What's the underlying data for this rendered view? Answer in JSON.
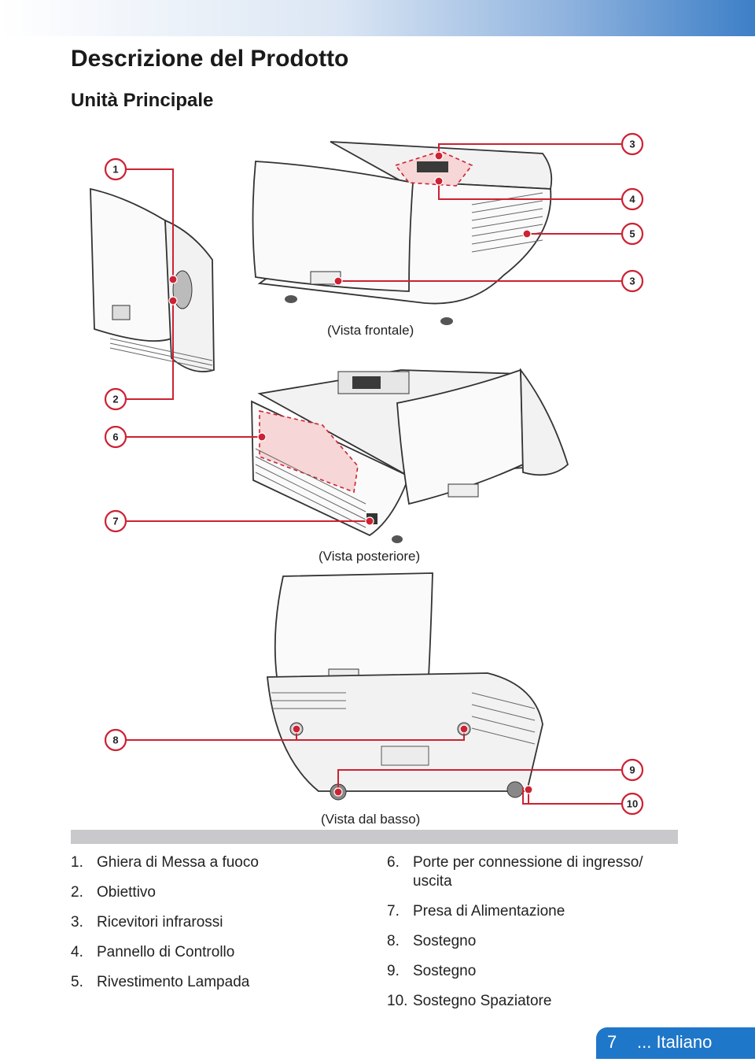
{
  "header": {
    "title": "Descrizione del Prodotto",
    "subtitle": "Unità Principale"
  },
  "views": {
    "front": "(Vista frontale)",
    "rear": "(Vista posteriore)",
    "bottom": "(Vista dal basso)"
  },
  "callouts": {
    "c1": "1",
    "c2": "2",
    "c3a": "3",
    "c4": "4",
    "c5": "5",
    "c3b": "3",
    "c6": "6",
    "c7": "7",
    "c8": "8",
    "c9": "9",
    "c10": "10"
  },
  "parts_left": [
    {
      "num": "1.",
      "label": "Ghiera di Messa a fuoco"
    },
    {
      "num": "2.",
      "label": "Obiettivo"
    },
    {
      "num": "3.",
      "label": "Ricevitori infrarossi"
    },
    {
      "num": "4.",
      "label": "Pannello di Controllo"
    },
    {
      "num": "5.",
      "label": "Rivestimento Lampada"
    }
  ],
  "parts_right": [
    {
      "num": "6.",
      "label": "Porte per connessione di ingresso/ uscita"
    },
    {
      "num": "7.",
      "label": "Presa di Alimentazione"
    },
    {
      "num": "8.",
      "label": "Sostegno"
    },
    {
      "num": "9.",
      "label": "Sostegno"
    },
    {
      "num": "10.",
      "label": "Sostegno Spaziatore"
    }
  ],
  "footer": {
    "page": "7",
    "language": "... Italiano"
  },
  "colors": {
    "callout": "#cc2233",
    "accent_blue": "#1f77c9",
    "separator": "#c9c9cb"
  }
}
